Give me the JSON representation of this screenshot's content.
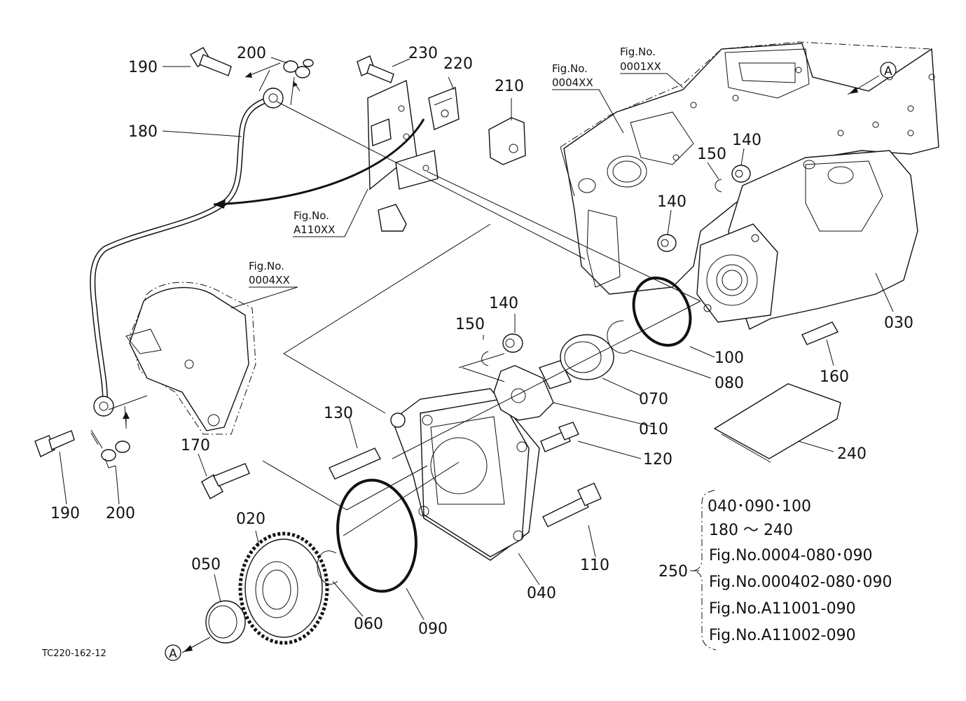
{
  "callouts": {
    "c190a": "190",
    "c200a": "200",
    "c230": "230",
    "c220": "220",
    "c210": "210",
    "c180": "180",
    "c140a": "140",
    "c150a": "150",
    "c140b": "140",
    "c030": "030",
    "c100": "100",
    "c080": "080",
    "c160": "160",
    "c140c": "140",
    "c150b": "150",
    "c070": "070",
    "c010": "010",
    "c130": "130",
    "c120": "120",
    "c240": "240",
    "c170": "170",
    "c190b": "190",
    "c200b": "200",
    "c020": "020",
    "c110": "110",
    "c050": "050",
    "c060": "060",
    "c090": "090",
    "c040": "040",
    "c250": "250"
  },
  "fig_refs": {
    "f1_line1": "Fig.No.",
    "f1_line2": "0004XX",
    "f2_line1": "Fig.No.",
    "f2_line2": "0001XX",
    "f3_line1": "Fig.No.",
    "f3_line2": "A110XX",
    "f4_line1": "Fig.No.",
    "f4_line2": "0004XX"
  },
  "kit_250": [
    "040･090･100",
    "180 ～ 240",
    "Fig.No.0004-080･090",
    "Fig.No.000402-080･090",
    "Fig.No.A11001-090",
    "Fig.No.A11002-090"
  ],
  "arrow_marker": "A",
  "drawing_code": "TC220-162-12"
}
